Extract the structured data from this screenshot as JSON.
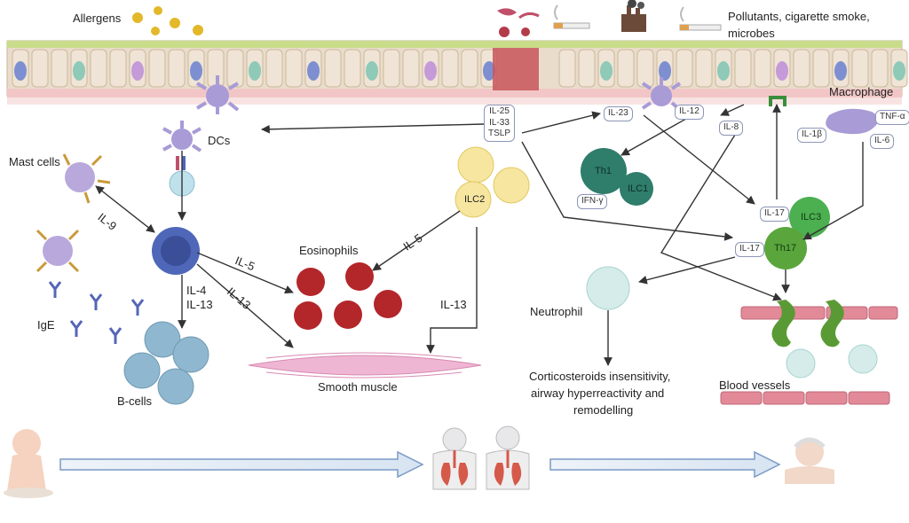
{
  "labels": {
    "allergens": "Allergens",
    "pollutants": "Pollutants, cigarette smoke,",
    "microbes": "microbes",
    "dcs": "DCs",
    "mast_cells": "Mast cells",
    "ige": "IgE",
    "b_cells": "B-cells",
    "eosinophils": "Eosinophils",
    "smooth_muscle": "Smooth muscle",
    "ilc2": "ILC2",
    "macrophage": "Macrophage",
    "th1": "Th1",
    "ilc1": "ILC1",
    "ilc3": "ILC3",
    "th17": "Th17",
    "neutrophil": "Neutrophil",
    "outcome_1": "Corticosteroids insensitivity,",
    "outcome_2": "airway hyperreactivity and",
    "outcome_3": "remodelling",
    "blood_vessels": "Blood vessels"
  },
  "cytokines": {
    "alarmins": [
      "IL-25",
      "IL-33",
      "TSLP"
    ],
    "il23": "IL-23",
    "il12": "IL-12",
    "il8": "IL-8",
    "tnf": "TNF-α",
    "il1b": "IL-1β",
    "il6": "IL-6",
    "ifn_gamma": "IFN-γ",
    "il17_ilc3": "IL-17",
    "il17_th17": "IL-17",
    "il9": "IL-9",
    "il5_left": "IL-5",
    "il13_diag": "IL-13",
    "il4_il13": [
      "IL-4",
      "IL-13"
    ],
    "il5_ilc2": "IL-5",
    "il13_ilc2": "IL-13"
  },
  "colors": {
    "epithelium": "#e9dccb",
    "basement": "#f2c6c6",
    "dc": "#a89bd6",
    "b_cell": "#8fb7cf",
    "t_cell": "#4f67b8",
    "eosinophil": "#b3262a",
    "ilc2": "#f4e08f",
    "th1": "#2f7d6b",
    "ilc3": "#4caf50",
    "neutrophil": "#cfe9e6",
    "vessel": "#e28a98"
  }
}
